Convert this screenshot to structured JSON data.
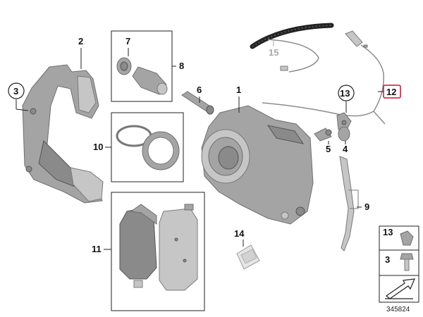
{
  "callouts": {
    "c1": "1",
    "c2": "2",
    "c3": "3",
    "c4": "4",
    "c5": "5",
    "c6": "6",
    "c7": "7",
    "c8": "8",
    "c9": "9",
    "c10": "10",
    "c11": "11",
    "c12": "12",
    "c13": "13",
    "c14": "14",
    "c15": "15"
  },
  "legend": {
    "item_13": "13",
    "item_3": "3"
  },
  "reference_number": "345824",
  "colors": {
    "part_grey": "#a4a4a4",
    "highlight_red": "#c8102e",
    "ghost_grey": "#a9a9a9"
  },
  "icons": [
    "caliper-shape",
    "brake-pad-shape",
    "wear-sensor-shape",
    "bolt-shape",
    "clip-shape",
    "arrow-icon"
  ]
}
